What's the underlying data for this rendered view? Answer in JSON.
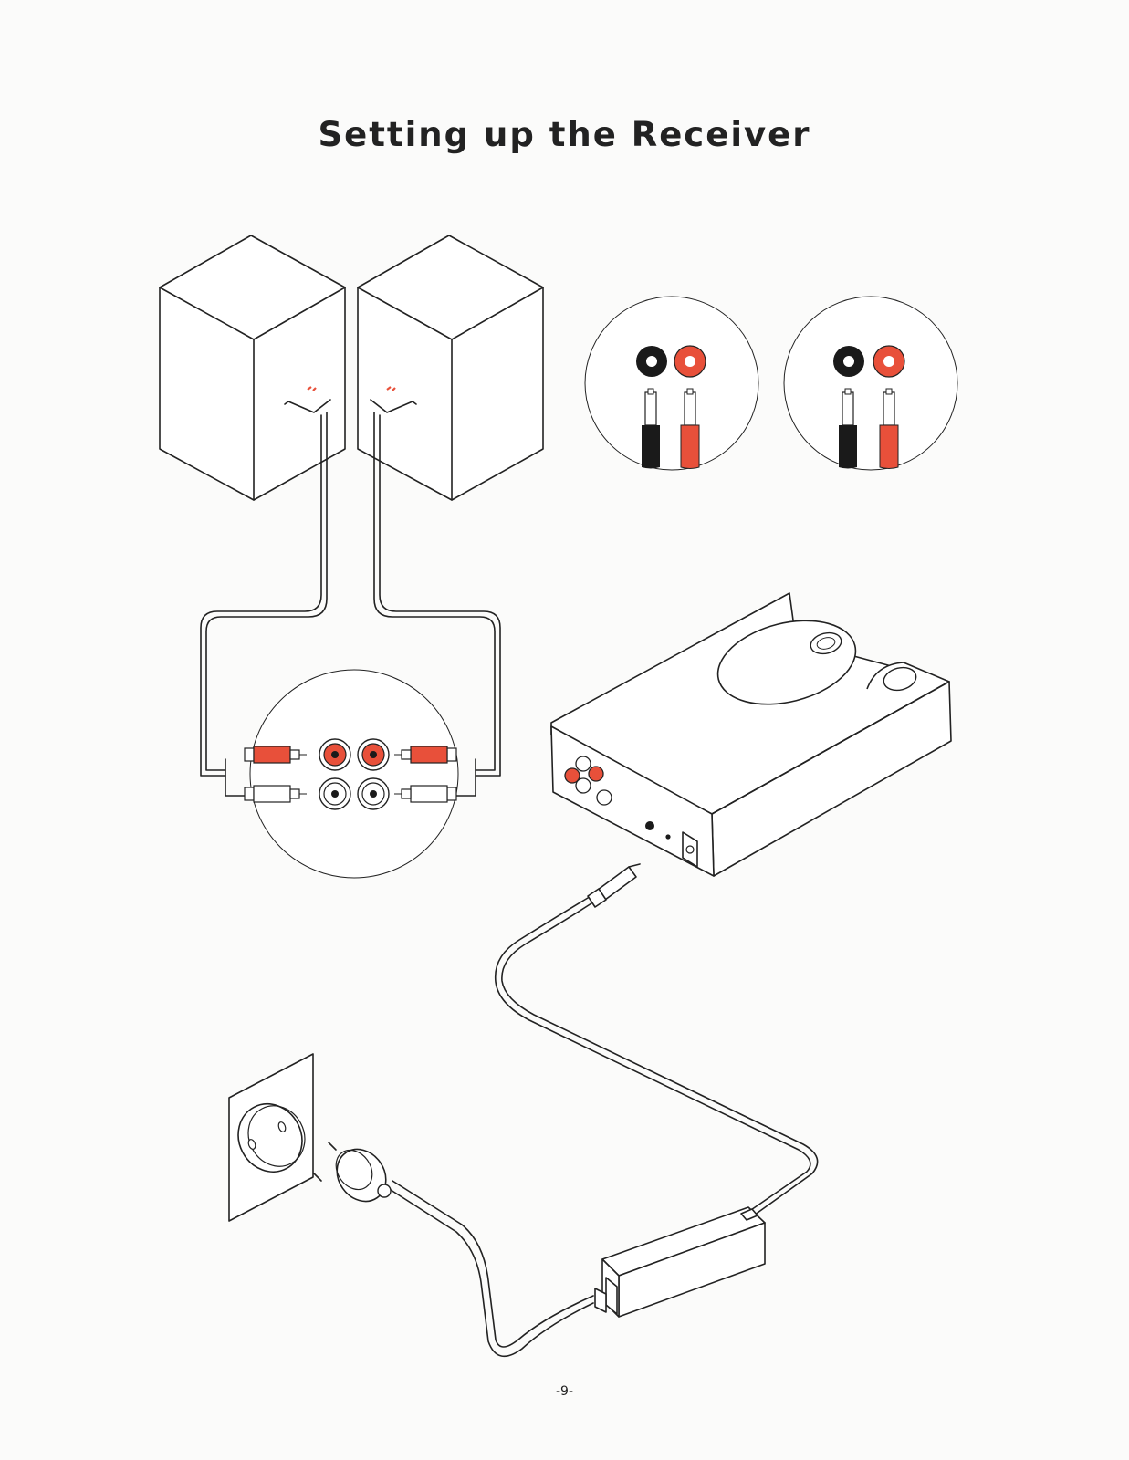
{
  "page": {
    "title": "Setting up the Receiver",
    "page_number": "-9-"
  },
  "colors": {
    "background": "#fbfbfa",
    "line": "#222222",
    "red": "#e8503a",
    "black": "#1a1a1a",
    "white": "#ffffff"
  },
  "illustration": {
    "subject": "receiver connection diagram",
    "parts": [
      "left-speaker-icon",
      "right-speaker-icon",
      "speaker-terminal-detail-left",
      "speaker-terminal-detail-right",
      "rca-connector-detail",
      "receiver-unit-icon",
      "dc-power-plug-icon",
      "power-adapter-icon",
      "mains-plug-icon",
      "wall-socket-icon"
    ]
  }
}
